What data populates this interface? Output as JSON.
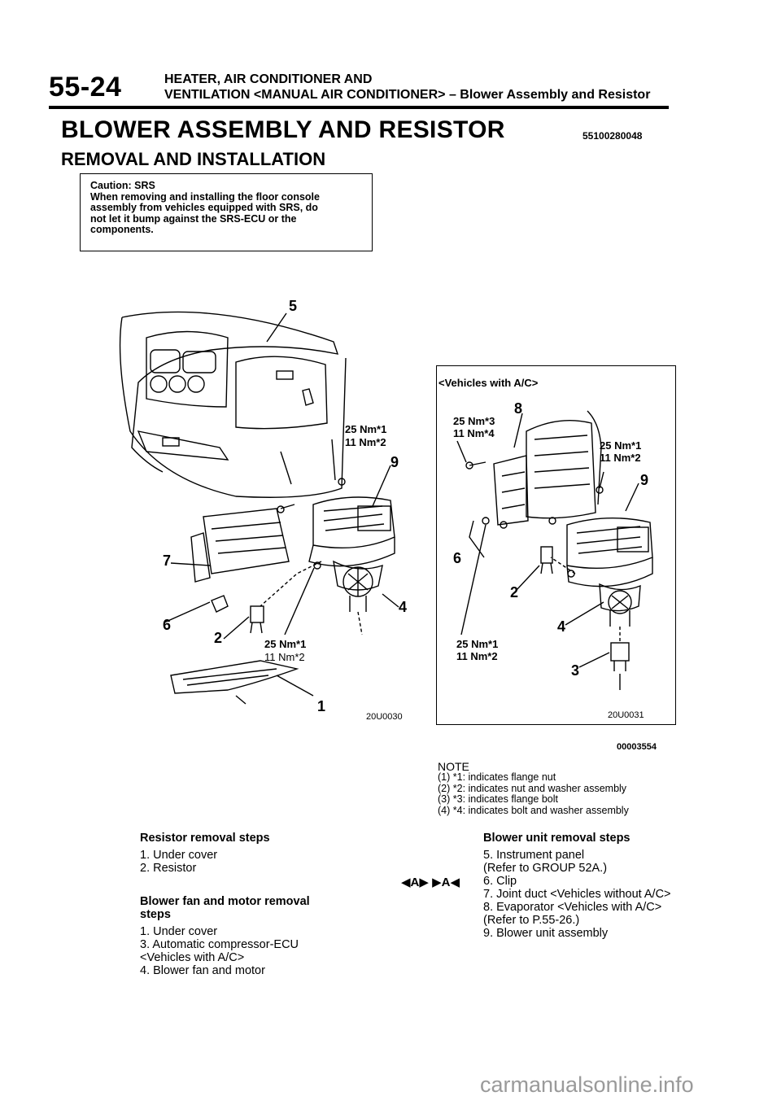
{
  "header": {
    "page_number": "55-24",
    "line1": "HEATER, AIR CONDITIONER AND",
    "line2": "VENTILATION <MANUAL AIR CONDITIONER> – Blower Assembly and Resistor"
  },
  "title": "BLOWER ASSEMBLY AND RESISTOR",
  "doc_id": "55100280048",
  "subtitle": "REMOVAL AND INSTALLATION",
  "caution": {
    "lines": [
      "Caution: SRS",
      "When removing and installing the floor console",
      "assembly from vehicles equipped with SRS, do",
      "not let it bump against the SRS-ECU or the",
      "components."
    ]
  },
  "diagram_left": {
    "callouts": [
      "5",
      "9",
      "7",
      "6",
      "2",
      "4",
      "1"
    ],
    "torque_a_1": "25 Nm*1",
    "torque_a_2": "11 Nm*2",
    "torque_b_1": "25 Nm*1",
    "torque_b_2": "11 Nm*2",
    "ref": "20U0030"
  },
  "diagram_right": {
    "heading": "<Vehicles with A/C>",
    "callouts": [
      "8",
      "9",
      "6",
      "2",
      "4",
      "3"
    ],
    "torque_top_1": "25 Nm*3",
    "torque_top_2": "11 Nm*4",
    "torque_right_1": "25 Nm*1",
    "torque_right_2": "11 Nm*2",
    "torque_bottom_1": "25 Nm*1",
    "torque_bottom_2": "11 Nm*2",
    "ref": "20U0031"
  },
  "figure_ref": "00003554",
  "note": {
    "heading": "NOTE",
    "items": [
      "(1)  *1: indicates flange nut",
      "(2)  *2: indicates nut and washer assembly",
      "(3)  *3: indicates flange bolt",
      "(4)  *4: indicates bolt and washer assembly"
    ]
  },
  "resistor_steps": {
    "heading": "Resistor removal steps",
    "items": [
      "1. Under cover",
      "2. Resistor"
    ]
  },
  "blower_fan_steps": {
    "heading_1": "Blower fan and motor removal",
    "heading_2": "steps",
    "items": [
      "1. Under cover",
      "3. Automatic compressor-ECU",
      "    <Vehicles with A/C>",
      "4. Blower fan and motor"
    ]
  },
  "blower_unit_steps": {
    "heading": "Blower unit removal steps",
    "marker": "◀A▶  ▶A◀",
    "items": [
      "5. Instrument panel",
      "    (Refer to GROUP 52A.)",
      "6. Clip",
      "7. Joint duct <Vehicles without A/C>",
      "8. Evaporator <Vehicles with A/C>",
      "    (Refer to P.55-26.)",
      "9. Blower unit assembly"
    ]
  },
  "watermark": "carmanualsonline.info"
}
